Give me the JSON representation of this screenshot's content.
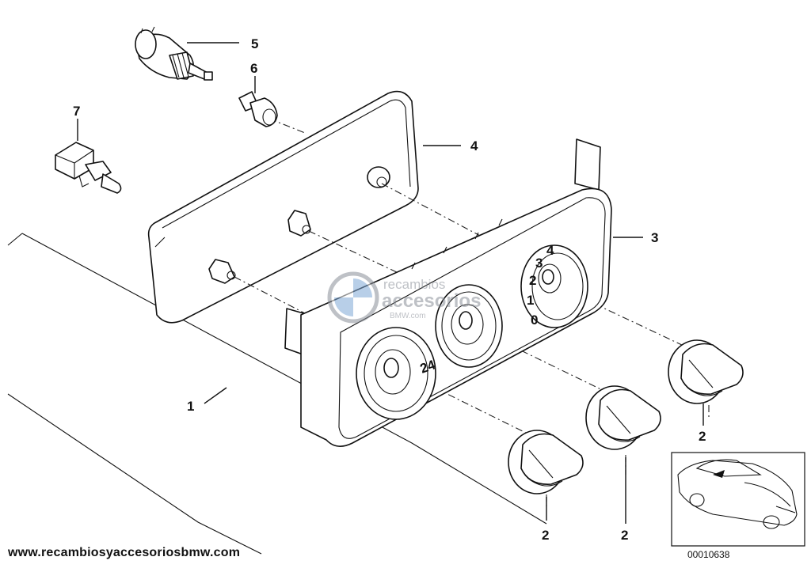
{
  "callouts": {
    "heater_control_panel": "1",
    "knob": "2",
    "front_panel": "3",
    "rear_housing": "4",
    "switch": "5",
    "bulb_holder": "6",
    "connector_bulb": "7"
  },
  "watermark": {
    "line1": "recambios",
    "line2": "accesorios",
    "line3": "BMW.com"
  },
  "dial_markings": [
    "0",
    "1",
    "2",
    "3",
    "4",
    "24"
  ],
  "footer": {
    "url": "www.recambiosyaccesoriosbmw.com",
    "diagram_code": "00010638"
  }
}
